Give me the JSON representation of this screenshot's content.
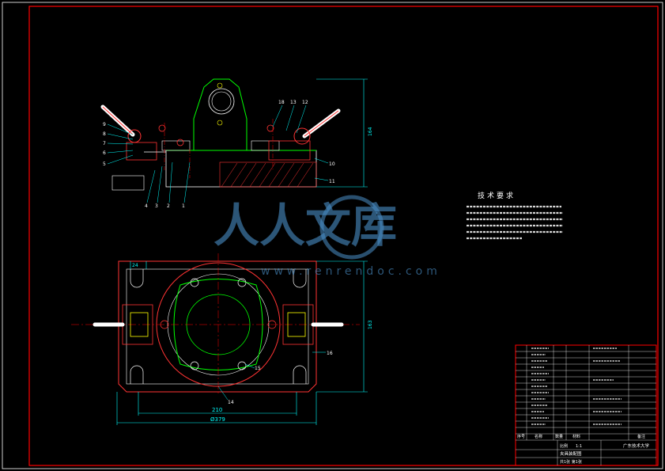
{
  "colors": {
    "background": "#000000",
    "frame": "#ff0000",
    "outline": "#ffffff",
    "part": "#ff3333",
    "cyan": "#00ffff",
    "green": "#00ff00",
    "yellow": "#ffff00",
    "magenta": "#ff00ff",
    "blue": "#3355ff",
    "watermark": "#4a8fc8"
  },
  "dimensions": {
    "width_overall": "Ø379",
    "width_inner": "210",
    "height_front": "164",
    "height_top": "163",
    "small_top": "24"
  },
  "tech_requirements": {
    "title": "技术要求"
  },
  "balloons_left": [
    "9",
    "8",
    "7",
    "6",
    "5"
  ],
  "balloons_bottom": [
    "4",
    "3",
    "2",
    "1"
  ],
  "balloons_right_top": [
    "18",
    "13",
    "12"
  ],
  "balloons_right": [
    "10",
    "11"
  ],
  "balloons_plan": [
    "16",
    "15",
    "14"
  ],
  "watermark": {
    "text": "人人文库",
    "url": "www.renrendoc.com"
  },
  "title_block": {
    "company": "广东技术大学",
    "drawing_name": "夹具装配图",
    "scale_label": "比例",
    "scale_value": "1:1",
    "sheet_label": "共1张 第1张",
    "item_no_header": "序号",
    "name_header": "名称",
    "qty_header": "数量",
    "material_header": "材料",
    "note_header": "备注"
  }
}
